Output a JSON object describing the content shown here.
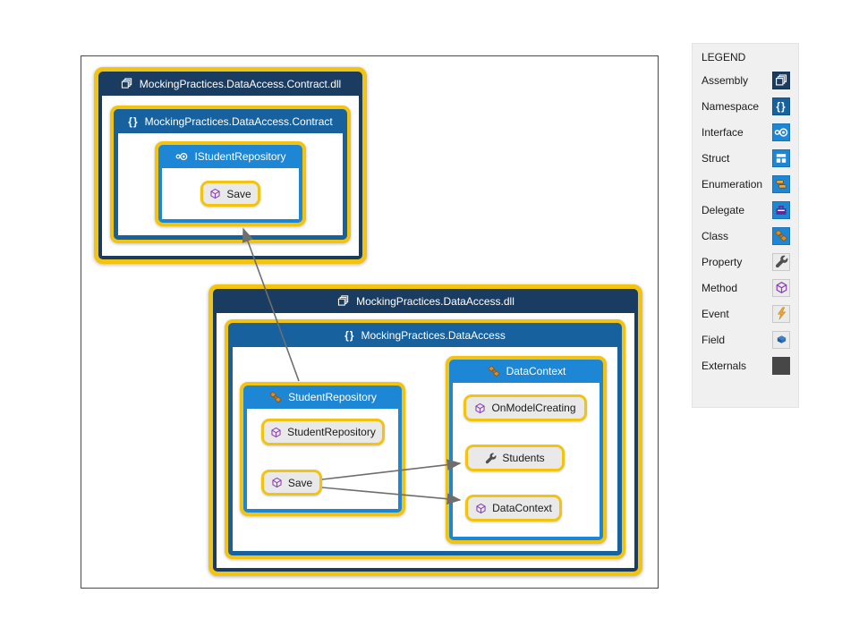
{
  "diagram": {
    "assemblies": [
      {
        "title": "MockingPractices.DataAccess.Contract.dll",
        "namespace": {
          "title": "MockingPractices.DataAccess.Contract",
          "types": [
            {
              "kind": "interface",
              "title": "IStudentRepository",
              "members": [
                {
                  "kind": "method",
                  "label": "Save"
                }
              ]
            }
          ]
        }
      },
      {
        "title": "MockingPractices.DataAccess.dll",
        "namespace": {
          "title": "MockingPractices.DataAccess",
          "types": [
            {
              "kind": "class",
              "title": "StudentRepository",
              "members": [
                {
                  "kind": "method",
                  "label": "StudentRepository"
                },
                {
                  "kind": "method",
                  "label": "Save"
                }
              ]
            },
            {
              "kind": "class",
              "title": "DataContext",
              "members": [
                {
                  "kind": "method",
                  "label": "OnModelCreating"
                },
                {
                  "kind": "property",
                  "label": "Students"
                },
                {
                  "kind": "method",
                  "label": "DataContext"
                }
              ]
            }
          ]
        }
      }
    ],
    "links": [
      {
        "from": "StudentRepository",
        "to": "IStudentRepository"
      },
      {
        "from": "StudentRepository.Save",
        "to": "DataContext.Students"
      },
      {
        "from": "StudentRepository.Save",
        "to": "DataContext.DataContext"
      }
    ]
  },
  "legend": {
    "title": "LEGEND",
    "items": [
      {
        "label": "Assembly",
        "icon": "assembly-icon"
      },
      {
        "label": "Namespace",
        "icon": "namespace-icon"
      },
      {
        "label": "Interface",
        "icon": "interface-icon"
      },
      {
        "label": "Struct",
        "icon": "struct-icon"
      },
      {
        "label": "Enumeration",
        "icon": "enumeration-icon"
      },
      {
        "label": "Delegate",
        "icon": "delegate-icon"
      },
      {
        "label": "Class",
        "icon": "class-icon"
      },
      {
        "label": "Property",
        "icon": "property-icon"
      },
      {
        "label": "Method",
        "icon": "method-icon"
      },
      {
        "label": "Event",
        "icon": "event-icon"
      },
      {
        "label": "Field",
        "icon": "field-icon"
      },
      {
        "label": "Externals",
        "icon": "externals-icon"
      }
    ]
  },
  "icons": {
    "namespace_glyph": "{}"
  },
  "colors": {
    "assembly_header": "#1B3C61",
    "namespace_header": "#17619F",
    "type_header": "#1E87D5",
    "node_border": "#F2C40F",
    "member_fill": "#E9E9E9",
    "arrow": "#6E6E6E",
    "legend_background": "#F0F0F0",
    "externals": "#474747"
  }
}
